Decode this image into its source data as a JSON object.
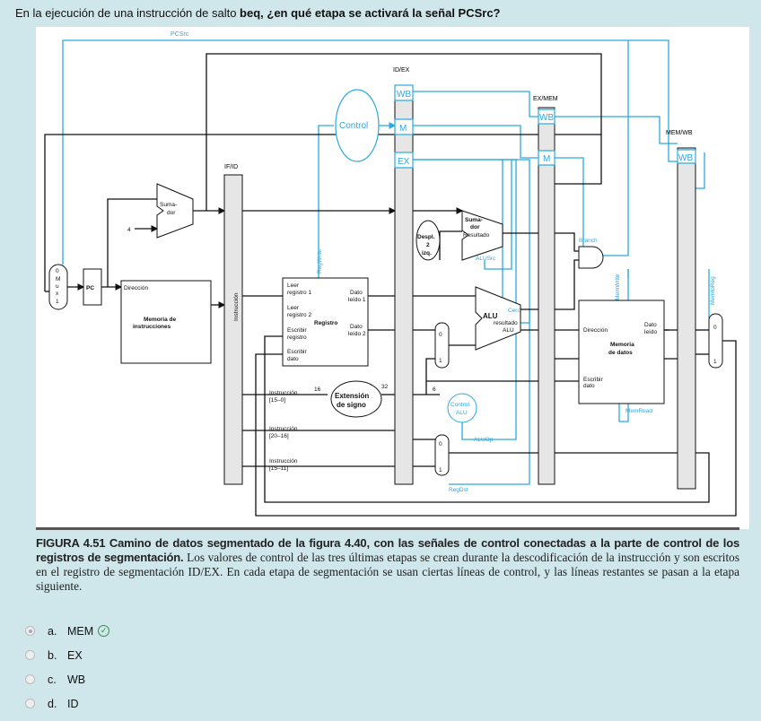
{
  "question": {
    "prefix": "En la ejecución de una instrucción de salto ",
    "bold": "beq, ¿en qué etapa se activará la señal PCSrc?"
  },
  "figure": {
    "pcsrc": "PCSrc",
    "ifid": "IF/ID",
    "idex": "ID/EX",
    "exmem": "EX/MEM",
    "memwb": "MEM/WB",
    "wb": "WB",
    "m": "M",
    "ex": "EX",
    "control": "Control",
    "adder1_a": "Suma-",
    "adder1_b": "dor",
    "four": "4",
    "pc": "PC",
    "mux_letters": [
      "0",
      "M",
      "u",
      "x",
      "1"
    ],
    "direccion": "Dirección",
    "imem_a": "Memoria de",
    "imem_b": "instrucciones",
    "instruccion": "Instrucción",
    "regwrite": "RegWrite",
    "leer1_a": "Leer",
    "leer1_b": "registro 1",
    "leer2_a": "Leer",
    "leer2_b": "registro 2",
    "escribir_reg_a": "Escribir",
    "escribir_reg_b": "registro",
    "escribir_dato_a": "Escribir",
    "escribir_dato_b": "dato",
    "registro": "Registro",
    "dato1_a": "Dato",
    "dato1_b": "leído 1",
    "dato2_a": "Dato",
    "dato2_b": "leído 2",
    "instr1_a": "Instrucción",
    "instr1_b": "[15–0]",
    "sixteen": "16",
    "ext_a": "Extensión",
    "ext_b": "de signo",
    "thirtytwo": "32",
    "instr2_a": "Instrucción",
    "instr2_b": "[20–16]",
    "instr3_a": "Instrucción",
    "instr3_b": "[15–11]",
    "despl_a": "Despl.",
    "despl_b": "2",
    "despl_c": "izq.",
    "adder2_a": "Suma-",
    "adder2_b": "dor",
    "resultado": "Resultado",
    "alusrc": "ALUSrc",
    "cero": "Cero",
    "alu": "ALU",
    "alu_res_a": "resultado",
    "alu_res_b": "ALU",
    "six": "6",
    "aluctrl_a": "Control",
    "aluctrl_b": "ALU",
    "aluop": "ALUOp",
    "regdst": "RegDst",
    "branch": "Branch",
    "memwrite": "MemWrite",
    "memread": "MemRead",
    "memtoreg": "MemtoReg",
    "dmem_dir": "Dirección",
    "dmem_dato_a": "Dato",
    "dmem_dato_b": "leído",
    "dmem_a": "Memoria",
    "dmem_b": "de datos",
    "dmem_esc_a": "Escribir",
    "dmem_esc_b": "dato"
  },
  "caption": {
    "head": "FIGURA 4.51   Camino de datos segmentado de la figura 4.40, con las señales de control conectadas a la parte de control de los registros de segmentación.",
    "body": " Los valores de control de las tres últimas etapas se crean durante la descodificación de la instrucción y son escritos en el registro de segmentación ID/EX. En cada etapa de segmentación se usan ciertas líneas de control, y las líneas restantes se pasan a la etapa siguiente."
  },
  "options": [
    {
      "letter": "a.",
      "label": "MEM",
      "selected": true,
      "correct": true
    },
    {
      "letter": "b.",
      "label": "EX",
      "selected": false
    },
    {
      "letter": "c.",
      "label": "WB",
      "selected": false
    },
    {
      "letter": "d.",
      "label": "ID",
      "selected": false
    }
  ],
  "colors": {
    "control_blue": "#2aa8e0",
    "wire_black": "#111111",
    "background": "#cfe6ea",
    "register_gray": "#e6e6e6",
    "correct_green": "#3a8a4a"
  }
}
